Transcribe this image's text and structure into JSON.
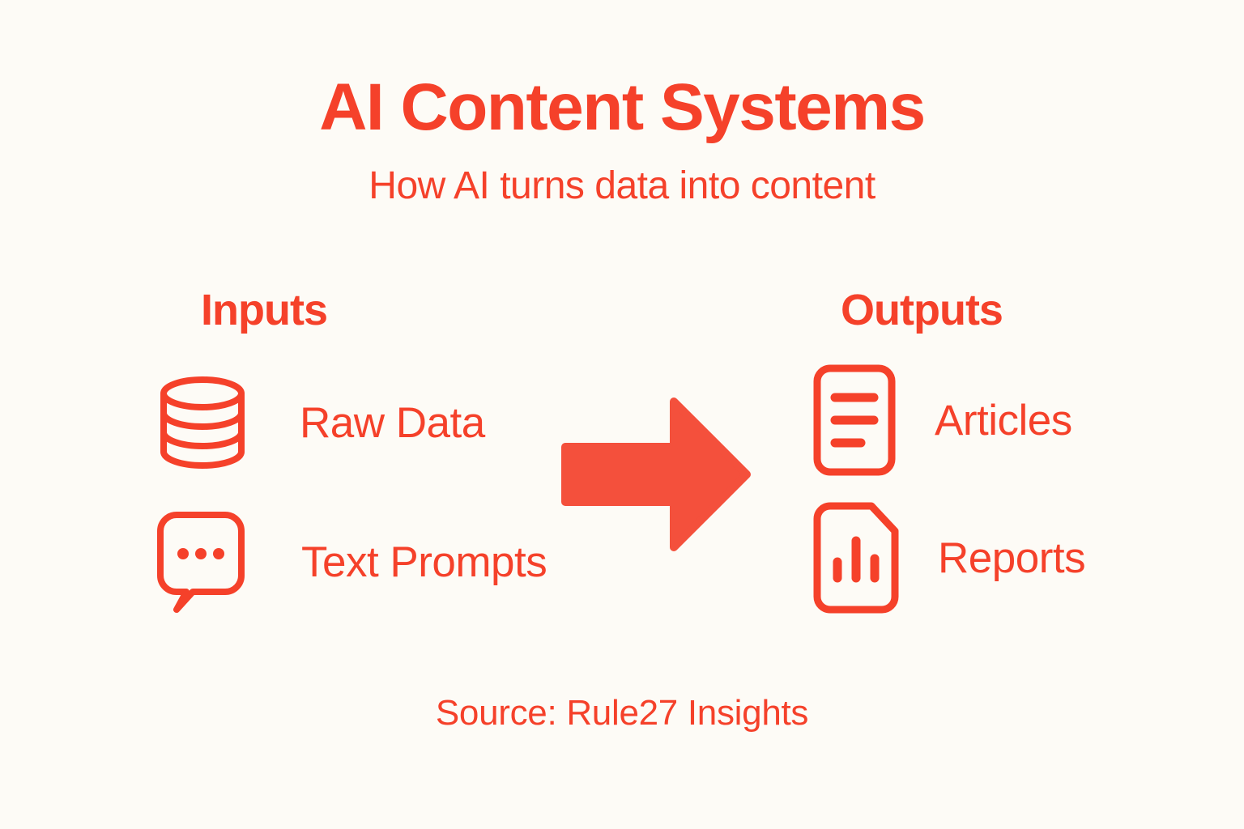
{
  "header": {
    "title": "AI Content Systems",
    "subtitle": "How AI turns data into content"
  },
  "columns": {
    "inputs": {
      "heading": "Inputs",
      "items": [
        {
          "label": "Raw Data",
          "icon": "database-icon"
        },
        {
          "label": "Text Prompts",
          "icon": "chat-bubble-icon"
        }
      ]
    },
    "outputs": {
      "heading": "Outputs",
      "items": [
        {
          "label": "Articles",
          "icon": "document-lines-icon"
        },
        {
          "label": "Reports",
          "icon": "document-chart-icon"
        }
      ]
    }
  },
  "flow": {
    "arrow_icon": "arrow-right-icon",
    "direction": "inputs-to-outputs"
  },
  "footer": {
    "source": "Source: Rule27 Insights"
  },
  "colors": {
    "background": "#FDFBF6",
    "accent": "#F5412A",
    "arrow_fill": "#F4503C"
  }
}
